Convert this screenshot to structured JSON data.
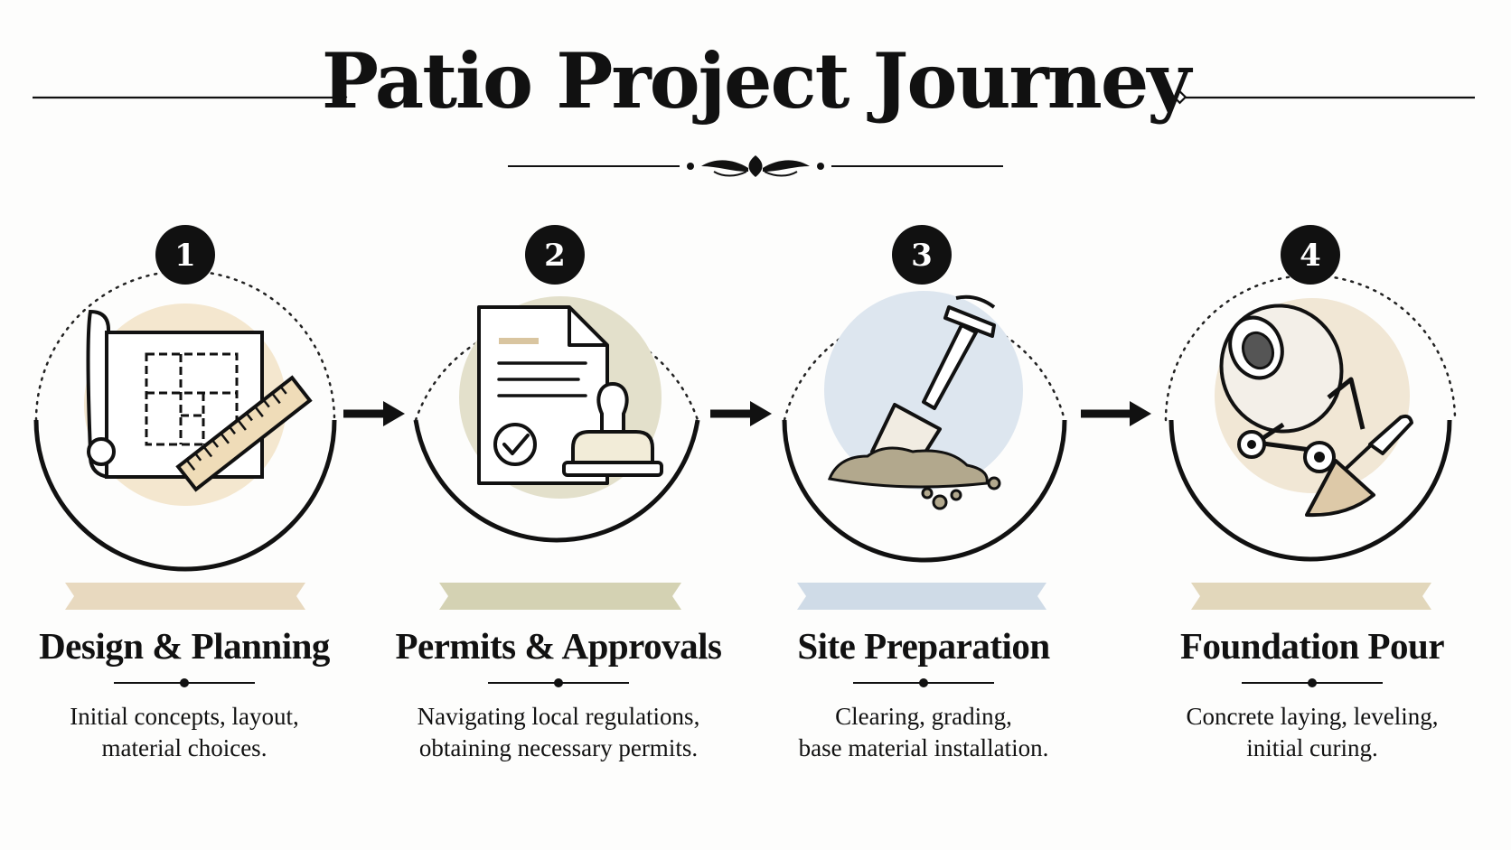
{
  "title": "Patio Project Journey",
  "colors": {
    "ink": "#111111",
    "tan": "#d9c5a0",
    "sage": "#c8c9a8",
    "blue": "#c5d4e2",
    "beige": "#d8ccaa"
  },
  "steps": [
    {
      "number": "1",
      "title": "Design & Planning",
      "desc_lines": [
        "Initial concepts, layout,",
        "material choices."
      ],
      "icon": "blueprint-ruler-icon"
    },
    {
      "number": "2",
      "title": "Permits & Approvals",
      "desc_lines": [
        "Navigating local regulations,",
        "obtaining necessary permits."
      ],
      "icon": "document-stamp-icon"
    },
    {
      "number": "3",
      "title": "Site Preparation",
      "desc_lines": [
        "Clearing, grading,",
        "base material installation."
      ],
      "icon": "shovel-dirt-icon"
    },
    {
      "number": "4",
      "title": "Foundation Pour",
      "desc_lines": [
        "Concrete laying, leveling,",
        "initial curing."
      ],
      "icon": "cement-mixer-icon"
    }
  ]
}
